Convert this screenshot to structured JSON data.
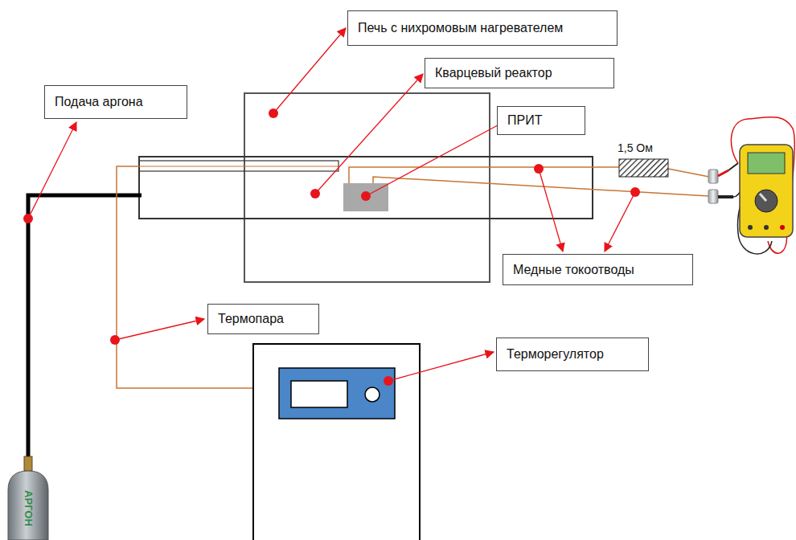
{
  "diagram": {
    "nodes": [
      {
        "text": [
          "Печь с нихромовым нагревателем"
        ]
      },
      {
        "text": [
          "Кварцевый реактор"
        ]
      },
      {
        "text": [
          "Подача аргона"
        ]
      },
      {
        "text": [
          "ПРИТ"
        ]
      },
      {
        "text": [
          "Медные токоотводы"
        ]
      },
      {
        "text": [
          "Термопара"
        ]
      },
      {
        "text": [
          "Терморегулятор"
        ]
      }
    ],
    "labels": [
      "1,5 Ом",
      "АРГОН"
    ]
  }
}
